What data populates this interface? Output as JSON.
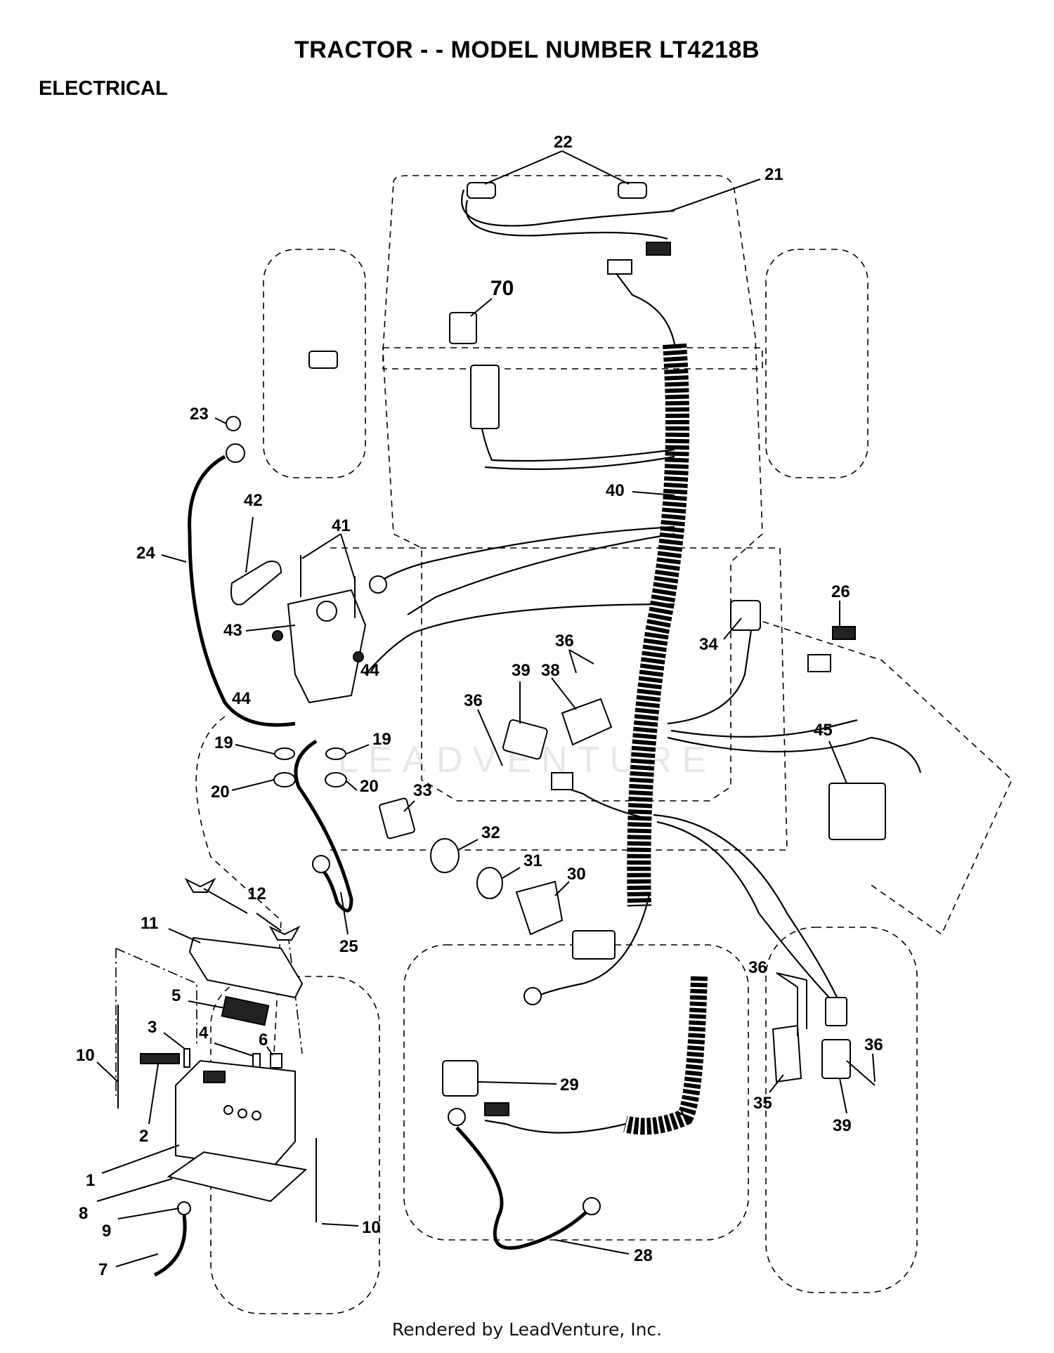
{
  "header": {
    "title": "TRACTOR - - MODEL NUMBER LT4218B",
    "section": "ELECTRICAL"
  },
  "watermark": "LEADVENTURE",
  "footer": "Rendered by LeadVenture, Inc.",
  "callouts": [
    {
      "id": "c22",
      "text": "22"
    },
    {
      "id": "c21",
      "text": "21"
    },
    {
      "id": "c70",
      "text": "70"
    },
    {
      "id": "c23",
      "text": "23"
    },
    {
      "id": "c42",
      "text": "42"
    },
    {
      "id": "c41",
      "text": "41"
    },
    {
      "id": "c24",
      "text": "24"
    },
    {
      "id": "c40",
      "text": "40"
    },
    {
      "id": "c26",
      "text": "26"
    },
    {
      "id": "c43",
      "text": "43"
    },
    {
      "id": "c34",
      "text": "34"
    },
    {
      "id": "c36a",
      "text": "36"
    },
    {
      "id": "c44a",
      "text": "44"
    },
    {
      "id": "c44b",
      "text": "44"
    },
    {
      "id": "c39a",
      "text": "39"
    },
    {
      "id": "c38",
      "text": "38"
    },
    {
      "id": "c36b",
      "text": "36"
    },
    {
      "id": "c19a",
      "text": "19"
    },
    {
      "id": "c19b",
      "text": "19"
    },
    {
      "id": "c45",
      "text": "45"
    },
    {
      "id": "c20a",
      "text": "20"
    },
    {
      "id": "c20b",
      "text": "20"
    },
    {
      "id": "c33",
      "text": "33"
    },
    {
      "id": "c32",
      "text": "32"
    },
    {
      "id": "c31",
      "text": "31"
    },
    {
      "id": "c12",
      "text": "12"
    },
    {
      "id": "c30",
      "text": "30"
    },
    {
      "id": "c11",
      "text": "11"
    },
    {
      "id": "c25",
      "text": "25"
    },
    {
      "id": "c36c",
      "text": "36"
    },
    {
      "id": "c5",
      "text": "5"
    },
    {
      "id": "c3",
      "text": "3"
    },
    {
      "id": "c4",
      "text": "4"
    },
    {
      "id": "c6",
      "text": "6"
    },
    {
      "id": "c10a",
      "text": "10"
    },
    {
      "id": "c36d",
      "text": "36"
    },
    {
      "id": "c29",
      "text": "29"
    },
    {
      "id": "c2",
      "text": "2"
    },
    {
      "id": "c35",
      "text": "35"
    },
    {
      "id": "c39b",
      "text": "39"
    },
    {
      "id": "c1",
      "text": "1"
    },
    {
      "id": "c8",
      "text": "8"
    },
    {
      "id": "c9",
      "text": "9"
    },
    {
      "id": "c10b",
      "text": "10"
    },
    {
      "id": "c7",
      "text": "7"
    },
    {
      "id": "c28",
      "text": "28"
    }
  ]
}
